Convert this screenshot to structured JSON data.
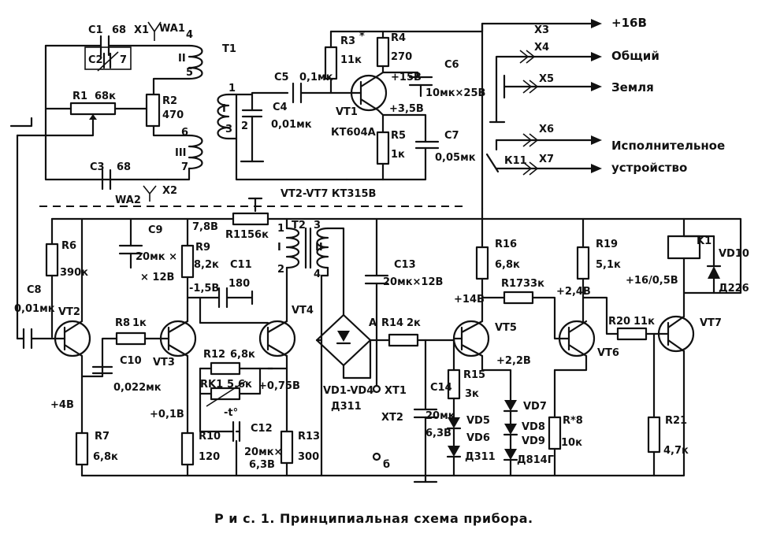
{
  "caption": "Р и с. 1. Принципиальная схема прибора.",
  "labels": {
    "c1": "C1",
    "c1v": "68",
    "x1": "X1",
    "wa1": "WA1",
    "c2": "C2",
    "c2v": "7",
    "t1": "T1",
    "t1w2": "II",
    "t1w3": "III",
    "p4": "4",
    "p5": "5",
    "p6": "6",
    "p7": "7",
    "r1": "R1",
    "r1v": "68к",
    "r2": "R2",
    "r2v": "470",
    "c3": "C3",
    "c3v": "68",
    "wa2": "WA2",
    "x2": "X2",
    "r3": "R3",
    "r3star": "*",
    "r3v": "11к",
    "r4": "R4",
    "r4v": "270",
    "c5": "C5",
    "c5v": "0,1мк",
    "c4": "C4",
    "c4v": "0,01мк",
    "t1w1": "I",
    "p1": "1",
    "p2": "2",
    "p3": "3",
    "v15": "+15В",
    "c6": "C6",
    "c6v": "10мк×25В",
    "vt1": "VT1",
    "vt1type": "КТ604А",
    "v35": "+3,5В",
    "r5": "R5",
    "r5v": "1к",
    "c7": "C7",
    "c7v": "0,05мк",
    "vt27": "VT2-VT7 КТ315В",
    "x3": "X3",
    "plus16": "+16В",
    "x4": "X4",
    "common": "Общий",
    "x5": "X5",
    "ground": "Земля",
    "x6": "X6",
    "executive": "Исполнительное",
    "k11": "К11",
    "x7": "X7",
    "device": "устройство",
    "r6": "R6",
    "r6v": "390к",
    "c9": "C9",
    "c9v1": "20мк ×",
    "c9v2": "× 12В",
    "v78": "7,8В",
    "r9": "R9",
    "r9v": "8,2к",
    "vm15": "-1,5В",
    "c11": "C11",
    "c11v": "180",
    "r11": "R11",
    "r11v": "56к",
    "t2": "T2",
    "t2w1": "I",
    "t2w2": "II",
    "t2p1": "1",
    "t2p2": "2",
    "t2p3": "3",
    "t2p4": "4",
    "c13": "C13",
    "c13v": "20мк×12В",
    "r16": "R16",
    "r16v": "6,8к",
    "r19": "R19",
    "r19v": "5,1к",
    "k1": "K1",
    "vd10": "VD10",
    "vd10type": "Д226",
    "v16_05": "+16/0,5В",
    "c8": "C8",
    "c8v": "0,01мк",
    "vt2": "VT2",
    "r8": "R8",
    "r8v": "1к",
    "vt3": "VT3",
    "vt4": "VT4",
    "c10": "C10",
    "c10v": "0,022мк",
    "r12": "R12",
    "r12v": "6,8к",
    "rk1": "RK1",
    "rk1v": "5,6к",
    "v075": "+0,75В",
    "tdeg": "-t°",
    "v4": "+4В",
    "v01": "+0,1В",
    "c12": "C12",
    "c12v1": "20мк×",
    "c12v2": "6,3В",
    "r7": "R7",
    "r7v": "6,8к",
    "r10": "R10",
    "r10v": "120",
    "r13": "R13",
    "r13v": "300",
    "vd14": "VD1-VD4",
    "vd14type": "Д311",
    "nodeA": "А",
    "r14": "R14",
    "r14v": "2к",
    "xt1": "XT1",
    "xt2": "XT2",
    "xt2pin": "б",
    "c14": "C14",
    "c14v1": "20мк",
    "c14v2": "6,3В",
    "r15": "R15",
    "r15v": "3к",
    "vd5": "VD5",
    "vd6": "VD6",
    "vd56type": "Д311",
    "v14": "+14В",
    "r17": "R17",
    "r17v": "33к",
    "vt5": "VT5",
    "v22": "+2,2В",
    "vd7": "VD7",
    "vd8": "VD8",
    "vd9": "VD9",
    "vd79type": "Д814Г",
    "v24": "+2,4В",
    "vt6": "VT6",
    "r20": "R20",
    "r20v": "11к",
    "vt7": "VT7",
    "r18": "R*8",
    "r18v": "10к",
    "r21": "R21",
    "r21v": "4,7к"
  }
}
